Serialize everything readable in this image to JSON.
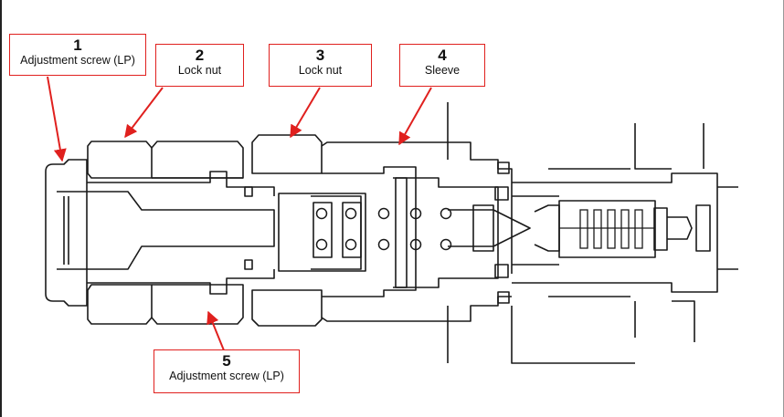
{
  "callouts": [
    {
      "id": "1",
      "label": "Adjustment screw (LP)"
    },
    {
      "id": "2",
      "label": "Lock nut"
    },
    {
      "id": "3",
      "label": "Lock nut"
    },
    {
      "id": "4",
      "label": "Sleeve"
    },
    {
      "id": "5",
      "label": "Adjustment screw (LP)"
    }
  ],
  "colors": {
    "callout_border": "#e0201e",
    "leader": "#e0201e",
    "line": "#1a1a1a"
  }
}
